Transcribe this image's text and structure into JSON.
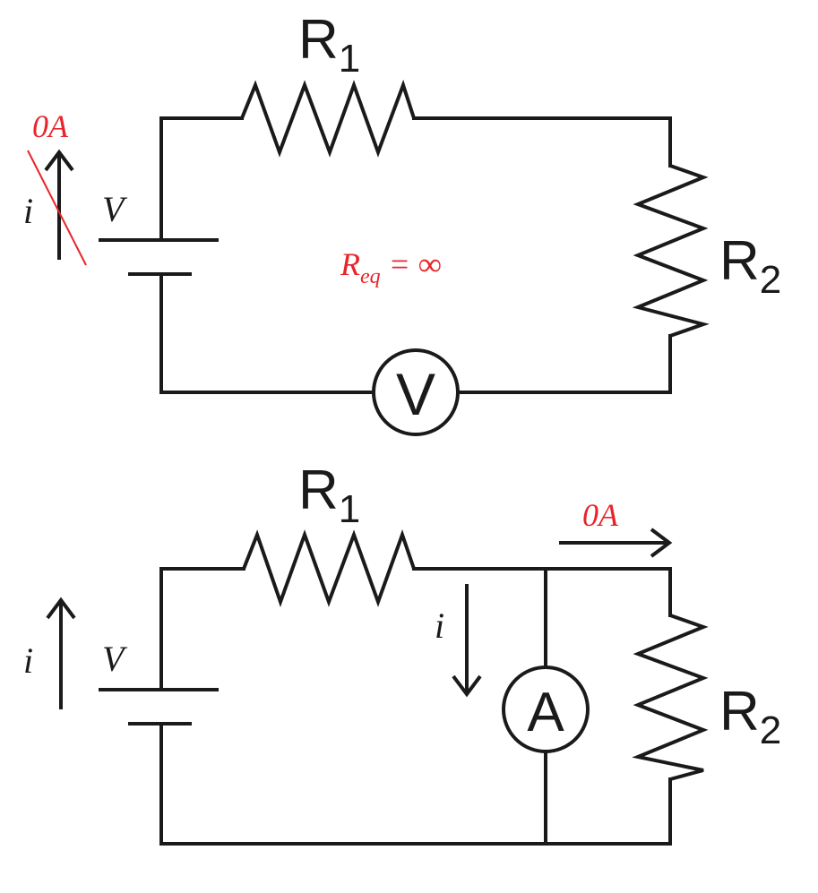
{
  "colors": {
    "wire": "#1a1a1a",
    "accent": "#e8242a"
  },
  "top_circuit": {
    "r1": {
      "base": "R",
      "sub": "1"
    },
    "r2": {
      "base": "R",
      "sub": "2"
    },
    "source_label": "V",
    "current_label": "i",
    "struck_current": "0A",
    "meter_label": "V",
    "req": {
      "base": "R",
      "sub": "eq",
      "rest": " = ∞"
    }
  },
  "bottom_circuit": {
    "r1": {
      "base": "R",
      "sub": "1"
    },
    "r2": {
      "base": "R",
      "sub": "2"
    },
    "source_label": "V",
    "current_label": "i",
    "branch_current_label": "i",
    "zero_current": "0A",
    "meter_label": "A"
  }
}
